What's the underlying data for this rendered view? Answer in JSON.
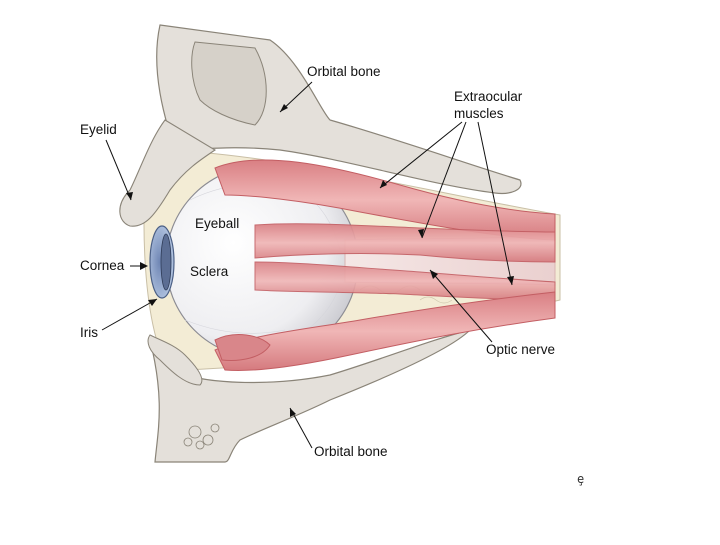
{
  "labels": {
    "orbital_bone_top": "Orbital bone",
    "extraocular_line1": "Extraocular",
    "extraocular_line2": "muscles",
    "eyelid": "Eyelid",
    "eyeball": "Eyeball",
    "cornea": "Cornea",
    "sclera": "Sclera",
    "iris": "Iris",
    "optic_nerve": "Optic nerve",
    "orbital_bone_bottom": "Orbital bone"
  },
  "corner_mark": "ȩ",
  "colors": {
    "bone": "#e4e0da",
    "bone_outline": "#8a8478",
    "fat": "#f3ecd5",
    "muscle": "#e7a3a4",
    "muscle_dark": "#c9686c",
    "eyeball": "#f1f1f3",
    "cornea": "#8fa8cc",
    "nerve": "#f3e3e3",
    "leader": "#111111"
  }
}
